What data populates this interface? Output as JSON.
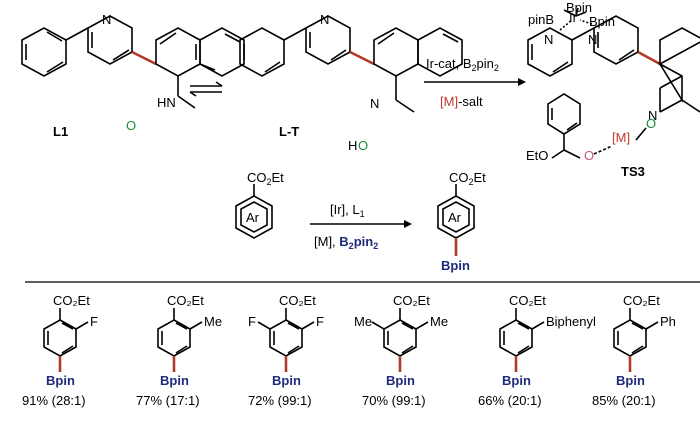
{
  "colors": {
    "red": "#b23a2a",
    "navy": "#1f2a7a",
    "green": "#1b8a3a",
    "pink": "#c0587a"
  },
  "top": {
    "l1_label": "L1",
    "lt_label": "L-T",
    "l1_NH": "H",
    "l1_N": "N",
    "l1_O": "O",
    "lt_HO_H": "H",
    "lt_HO_O": "O",
    "ring_N": "N",
    "reagents_top": "Ir-cat, B",
    "reagents_top_sub": "2",
    "reagents_top_tail": "pin",
    "reagents_top_sub2": "2",
    "reagents_bottom_M": "[M]",
    "reagents_bottom_tail": "-salt",
    "ts_label": "TS3",
    "ts_pinB": "pinB",
    "ts_Bpin_top": "Bpin",
    "ts_Bpin_right": "Bpin",
    "ts_Ir": "Ir",
    "ts_EtO": "EtO",
    "ts_O_pink": "O",
    "ts_M": "[M]",
    "ts_O_green": "O"
  },
  "middle": {
    "sm_ester": "CO",
    "sm_ester_sub": "2",
    "sm_ester_tail": "Et",
    "sm_ring": "Ar",
    "cond_top": "[Ir], L",
    "cond_top_sub": "1",
    "cond_bottom_M": "[M], ",
    "cond_bottom_B": "B",
    "cond_bottom_sub": "2",
    "cond_bottom_pin": "pin",
    "cond_bottom_sub2": "2",
    "pr_ester": "CO",
    "pr_ester_sub": "2",
    "pr_ester_tail": "Et",
    "pr_ring": "Ar",
    "pr_bpin": "Bpin"
  },
  "products": [
    {
      "ester": "CO2Et",
      "subs": [
        "F"
      ],
      "bpin": "Bpin",
      "yield": "91% (28:1)"
    },
    {
      "ester": "CO2Et",
      "subs": [
        "Me"
      ],
      "bpin": "Bpin",
      "yield": "77% (17:1)"
    },
    {
      "ester": "CO2Et",
      "subs": [
        "F",
        "F"
      ],
      "bpin": "Bpin",
      "yield": "72% (99:1)"
    },
    {
      "ester": "CO2Et",
      "subs": [
        "Me",
        "Me"
      ],
      "bpin": "Bpin",
      "yield": "70% (99:1)"
    },
    {
      "ester": "CO2Et",
      "subs": [
        "Biphenyl"
      ],
      "bpin": "Bpin",
      "yield": "66% (20:1)"
    },
    {
      "ester": "CO2Et",
      "subs": [
        "Ph"
      ],
      "bpin": "Bpin",
      "yield": "85% (20:1)"
    }
  ]
}
